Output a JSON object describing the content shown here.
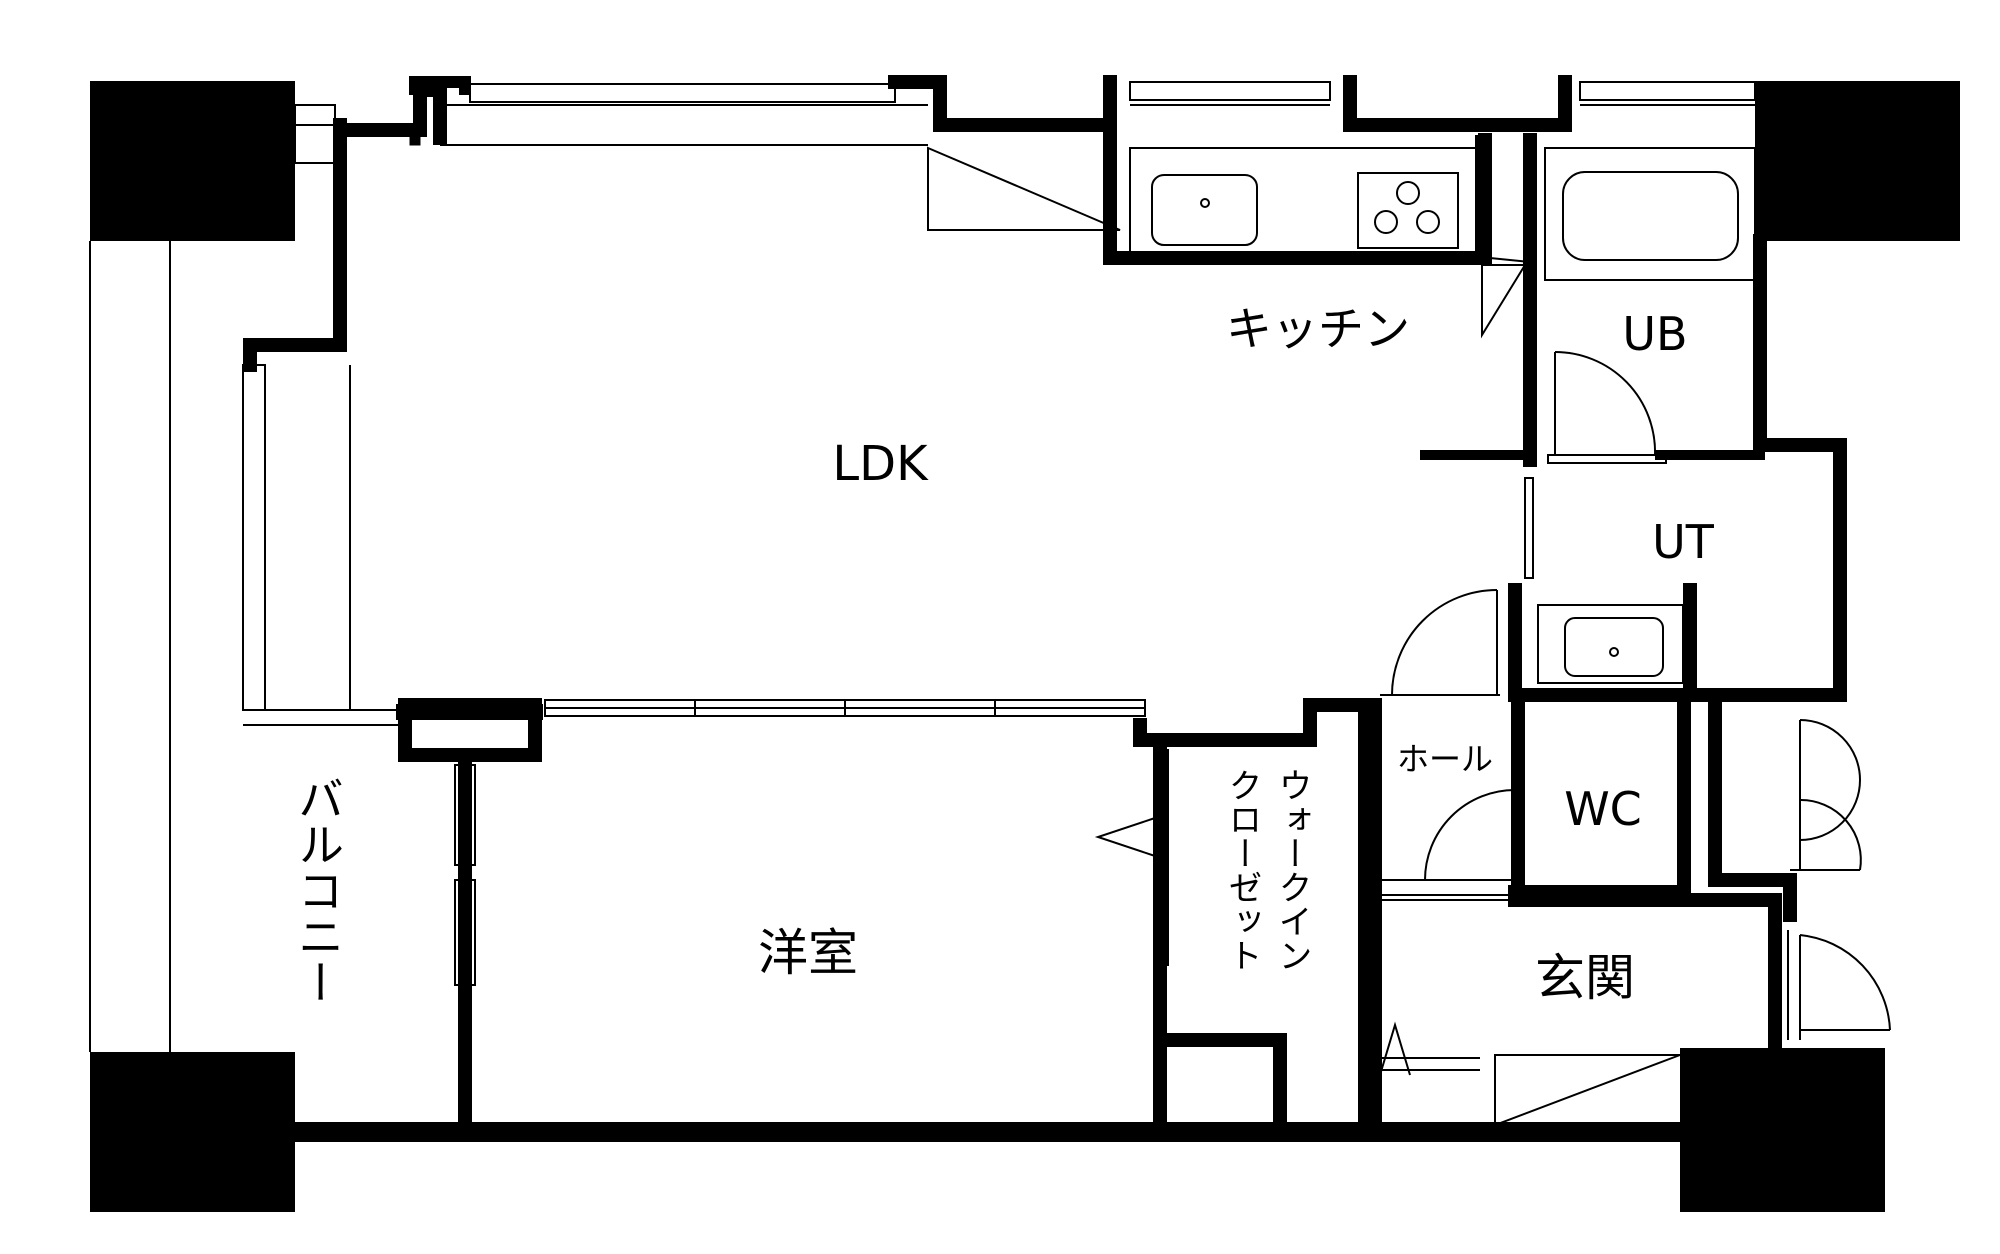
{
  "plan": {
    "rooms": {
      "ldk": "LDK",
      "kitchen": "キッチン",
      "ub": "UB",
      "ut": "UT",
      "western_room": "洋室",
      "wic_col1": "ウォークイン",
      "wic_col2": "クローゼット",
      "hall": "ホール",
      "wc": "WC",
      "entrance": "玄関",
      "balcony": "バルコニー"
    }
  }
}
